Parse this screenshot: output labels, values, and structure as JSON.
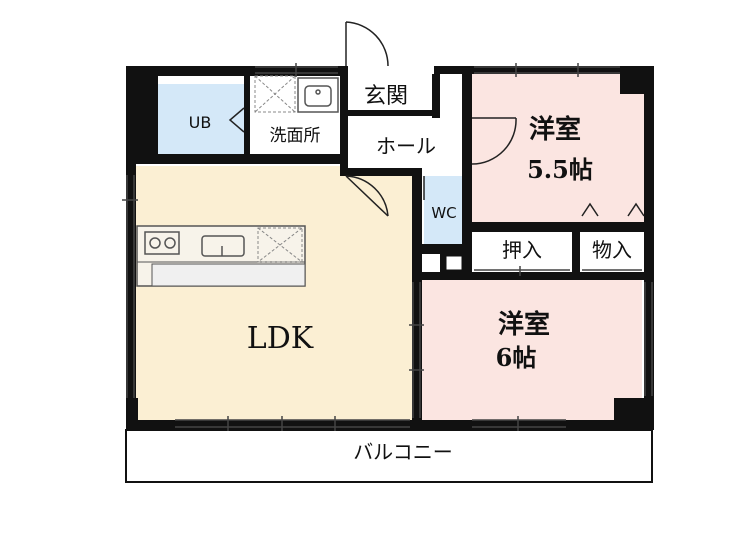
{
  "colors": {
    "wall": "#111111",
    "ldk_floor": "#fbefd3",
    "bedroom_floor": "#fbe5e1",
    "wet_floor": "#d4e8f8",
    "white_floor": "#ffffff",
    "fixture_line": "#555555",
    "window_line": "#444444"
  },
  "rooms": {
    "ldk": {
      "label": "LDK"
    },
    "bedroom_a": {
      "label": "洋室",
      "size": "5.5帖"
    },
    "bedroom_b": {
      "label": "洋室",
      "size": "6帖"
    },
    "ub": {
      "label": "UB"
    },
    "washroom": {
      "label": "洗面所"
    },
    "entrance": {
      "label": "玄関"
    },
    "hall": {
      "label": "ホール"
    },
    "wc": {
      "label": "WC"
    },
    "closet_oshiire": {
      "label": "押入"
    },
    "storage_mono": {
      "label": "物入"
    },
    "balcony": {
      "label": "バルコニー"
    }
  },
  "icons": {
    "kitchen_counter": "kitchen-counter-icon",
    "stove": "stove-burner-icon",
    "sink": "sink-icon",
    "fridge_space": "fridge-space-icon",
    "washer_space": "washer-space-icon",
    "wash_basin": "wash-basin-icon",
    "door_swing": "door-swing-icon"
  }
}
